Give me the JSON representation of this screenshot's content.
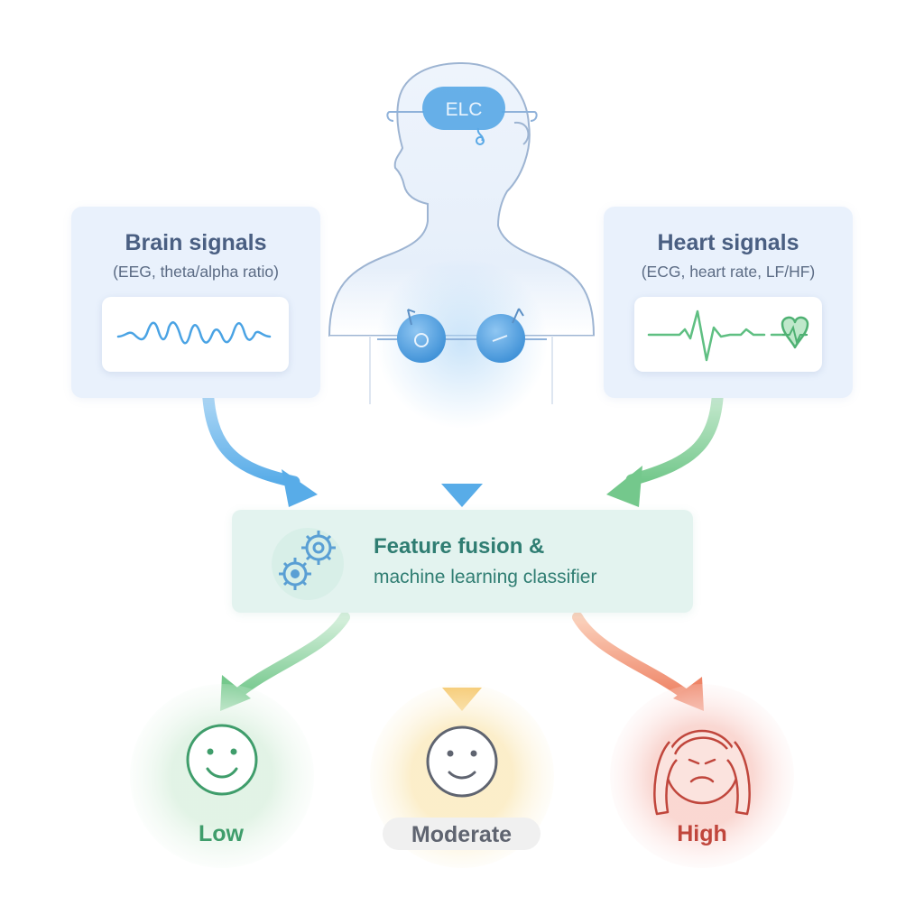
{
  "head": {
    "electrode_label": "ELC"
  },
  "brain_panel": {
    "title": "Brain signals",
    "subtitle": "(EEG, theta/alpha ratio)"
  },
  "heart_panel": {
    "title": "Heart signals",
    "subtitle": "(ECG, heart rate, LF/HF)"
  },
  "fusion": {
    "line1": "Feature fusion &",
    "line2": "machine learning classifier"
  },
  "outcomes": [
    {
      "label": "Low",
      "icon": "smile-face-icon",
      "color": "#3f9d6b"
    },
    {
      "label": "Moderate",
      "icon": "neutral-face-icon",
      "color": "#5f6470"
    },
    {
      "label": "High",
      "icon": "stressed-face-icon",
      "color": "#c0463c"
    }
  ],
  "colors": {
    "brain": "#5aa9e6",
    "heart": "#6cc48a",
    "classifier": "#2f7d72",
    "low": "#6cc48a",
    "moderate": "#f3c55a",
    "high": "#ee8466"
  }
}
